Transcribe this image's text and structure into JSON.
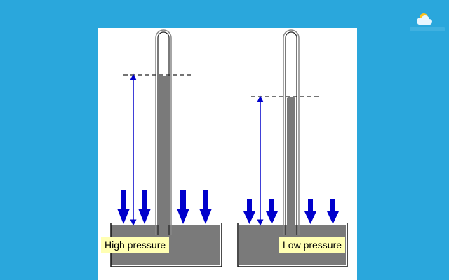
{
  "logo": {
    "name": "weather365-logo",
    "text": "weather365.com"
  },
  "labels": {
    "high": "High pressure",
    "low": "Low pressure"
  },
  "barometers": [
    {
      "id": "high",
      "mercury_level": "high"
    },
    {
      "id": "low",
      "mercury_level": "low"
    }
  ],
  "colors": {
    "background": "#2aa7dc",
    "panel": "#ffffff",
    "mercury": "#7a7a7a",
    "arrow": "#0000cc",
    "label_bg": "#ffffb3"
  }
}
